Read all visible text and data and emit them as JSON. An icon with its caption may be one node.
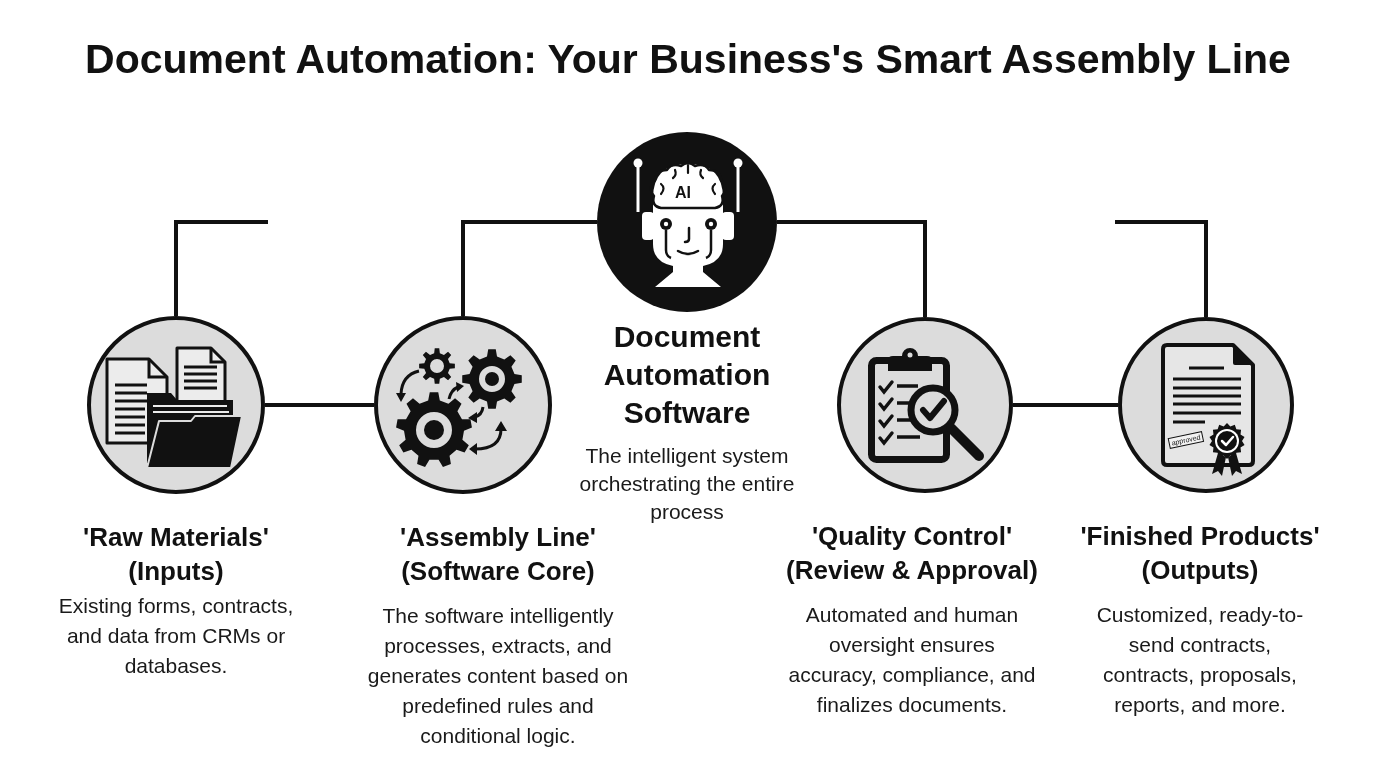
{
  "diagram": {
    "title": "Document Automation: Your Business's Smart Assembly Line",
    "nodes": [
      {
        "text": [
          "Document Automation Software",
          "The intelligent system orchestrating the entire process"
        ]
      },
      {
        "text": [
          "'Raw Materials' (Inputs)",
          "Existing forms, contracts, and data from CRMs or databases."
        ]
      },
      {
        "text": [
          "'Assembly Line' (Software Core)",
          "The software intelligently processes, extracts, and generates content based on predefined rules and conditional logic."
        ]
      },
      {
        "text": [
          "'Quality Control' (Review & Approval)",
          "Automated and human oversight ensures accuracy, compliance, and finalizes documents."
        ]
      },
      {
        "text": [
          "'Finished Products' (Outputs)",
          "Customized, ready-to-send contracts, contracts, proposals, reports, and more."
        ]
      }
    ],
    "edges": [
      {
        "from": 1,
        "to": null,
        "arrow": "none"
      },
      {
        "from": 0,
        "to": 2,
        "arrow": "none"
      },
      {
        "from": 0,
        "to": 3,
        "arrow": "none"
      },
      {
        "from": null,
        "to": 4,
        "arrow": "none"
      },
      {
        "from": 1,
        "to": 2,
        "arrow": "none"
      },
      {
        "from": 3,
        "to": 4,
        "arrow": "none"
      }
    ],
    "labels": [
      "AI",
      "approved"
    ]
  }
}
